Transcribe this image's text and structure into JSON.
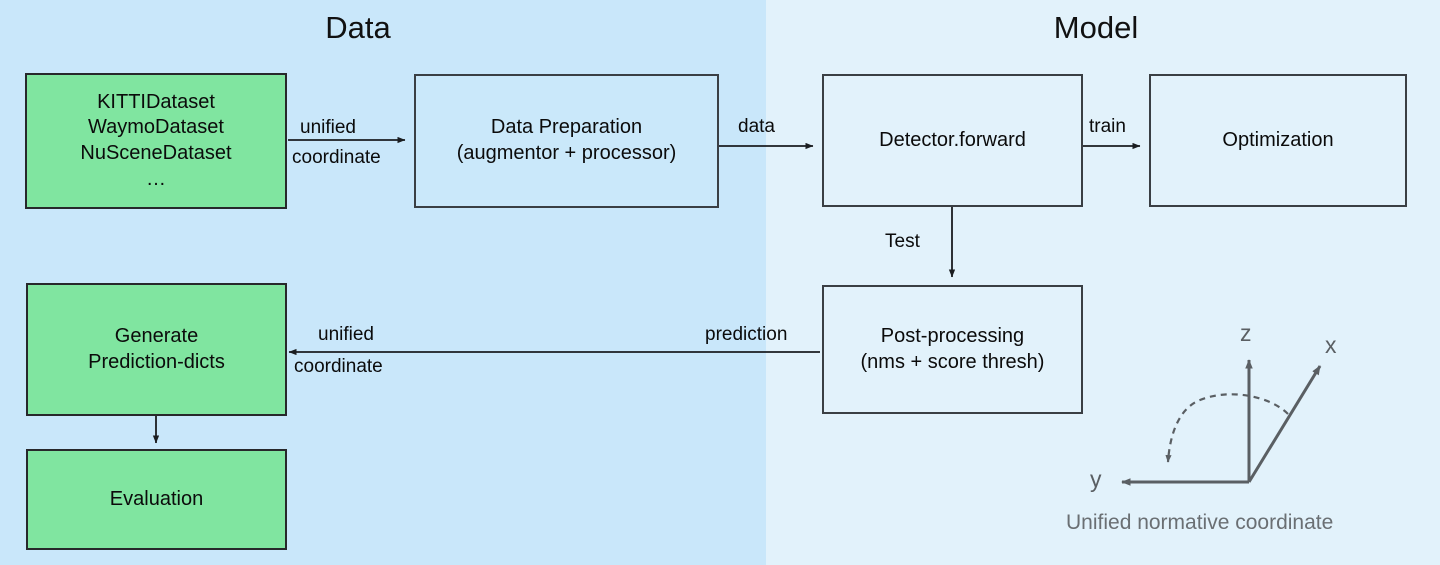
{
  "panels": {
    "data": {
      "title": "Data",
      "bg": "#c9e7fa"
    },
    "model": {
      "title": "Model",
      "bg": "#e2f2fb"
    }
  },
  "colors": {
    "green_node": "#80e5a0",
    "blue_node_left": "#cae8fa",
    "blue_node_right": "#e2f2fb",
    "stroke": "#3a3f44",
    "green_stroke": "#27282b",
    "axis_gray": "#5a5f63"
  },
  "nodes": {
    "datasets": {
      "label": "KITTIDataset\nWaymoDataset\nNuSceneDataset\n…"
    },
    "data_preparation": {
      "label": "Data Preparation\n(augmentor + processor)"
    },
    "detector_forward": {
      "label": "Detector.forward"
    },
    "optimization": {
      "label": "Optimization"
    },
    "post_processing": {
      "label": "Post-processing\n(nms + score thresh)"
    },
    "generate_prediction_dicts": {
      "label": "Generate\nPrediction-dicts"
    },
    "evaluation": {
      "label": "Evaluation"
    }
  },
  "edges": {
    "unified_top_1": "unified",
    "unified_top_2": "coordinate",
    "data": "data",
    "train": "train",
    "test": "Test",
    "prediction": "prediction",
    "unified_bottom_1": "unified",
    "unified_bottom_2": "coordinate"
  },
  "axes": {
    "z": "z",
    "x": "x",
    "y": "y",
    "caption": "Unified normative coordinate"
  }
}
